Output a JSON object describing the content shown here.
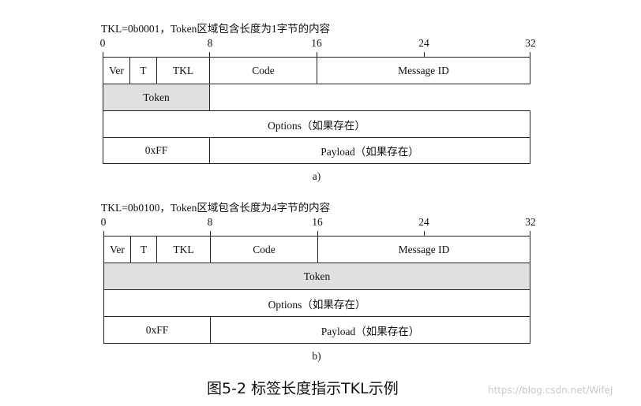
{
  "diagram_a": {
    "caption": "TKL=0b0001，Token区域包含长度为1字节的内容",
    "ticks": [
      "0",
      "8",
      "16",
      "24",
      "32"
    ],
    "row1": {
      "ver": "Ver",
      "t": "T",
      "tkl": "TKL",
      "code": "Code",
      "message_id": "Message ID"
    },
    "token": "Token",
    "options": "Options（如果存在）",
    "marker": "0xFF",
    "payload": "Payload（如果存在）",
    "label": "a)"
  },
  "diagram_b": {
    "caption": "TKL=0b0100，Token区域包含长度为4字节的内容",
    "ticks": [
      "0",
      "8",
      "16",
      "24",
      "32"
    ],
    "row1": {
      "ver": "Ver",
      "t": "T",
      "tkl": "TKL",
      "code": "Code",
      "message_id": "Message ID"
    },
    "token": "Token",
    "options": "Options（如果存在）",
    "marker": "0xFF",
    "payload": "Payload（如果存在）",
    "label": "b)"
  },
  "figure_caption": "图5-2 标签长度指示TKL示例",
  "watermark": "https://blog.csdn.net/WifeJ",
  "colors": {
    "token_fill": "#e0e0e0",
    "border": "#222222"
  }
}
